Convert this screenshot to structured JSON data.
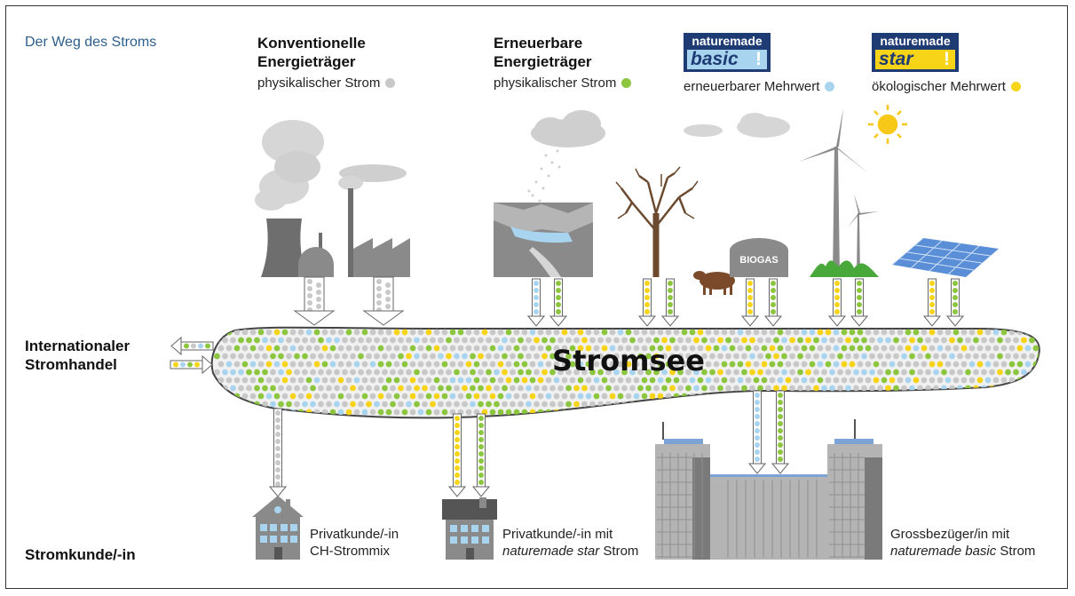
{
  "title": "Der Weg des Stroms",
  "sources": {
    "conventional": {
      "heading_line1": "Konventionelle",
      "heading_line2": "Energieträger",
      "sub": "physikalischer Strom",
      "dot_color": "#c8c8c8"
    },
    "renewable": {
      "heading_line1": "Erneuerbare",
      "heading_line2": "Energieträger",
      "sub": "physikalischer Strom",
      "dot_color": "#8cc63f"
    },
    "basic": {
      "badge_top": "naturemade",
      "badge_word": "basic",
      "sub": "erneuerbarer Mehrwert",
      "dot_color": "#a9d4ef"
    },
    "star": {
      "badge_top": "naturemade",
      "badge_word": "star",
      "sub": "ökologischer Mehrwert",
      "dot_color": "#f7d417"
    }
  },
  "lake_label": "Stromsee",
  "biogas_label": "BIOGAS",
  "left_labels": {
    "trade_line1": "Internationaler",
    "trade_line2": "Stromhandel",
    "customer": "Stromkunde/-in"
  },
  "customers": {
    "c1_line1": "Privatkunde/-in",
    "c1_line2": "CH-Strommix",
    "c2_line1": "Privatkunde/-in mit",
    "c2_line2_em": "naturemade star",
    "c2_line2_rest": " Strom",
    "c3_line1": "Grossbezüger/in mit",
    "c3_line2_em": "naturemade basic",
    "c3_line2_rest": " Strom"
  },
  "colors": {
    "grey": "#c8c8c8",
    "green": "#8cc63f",
    "blue": "#a9d4ef",
    "yellow": "#f7d417",
    "navy": "#1f3b73",
    "title_blue": "#2d5d8a"
  }
}
